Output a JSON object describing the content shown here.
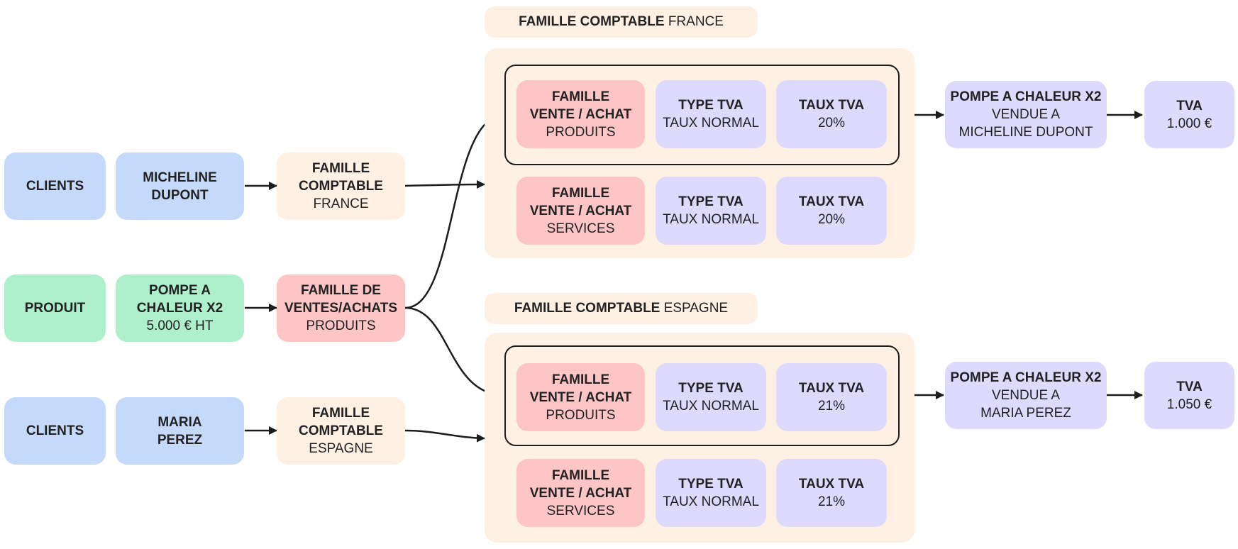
{
  "left": {
    "clients_1": "CLIENTS",
    "client_name_1": [
      "MICHELINE",
      "DUPONT"
    ],
    "famille_comptable_1": {
      "title": [
        "FAMILLE",
        "COMPTABLE"
      ],
      "value": "FRANCE"
    },
    "produit": "PRODUIT",
    "product_name": [
      "POMPE A",
      "CHALEUR X2"
    ],
    "product_price": "5.000 € HT",
    "famille_ventes": {
      "title": [
        "FAMILLE DE",
        "VENTES/ACHATS"
      ],
      "value": "PRODUITS"
    },
    "clients_2": "CLIENTS",
    "client_name_2": [
      "MARIA",
      "PEREZ"
    ],
    "famille_comptable_2": {
      "title": [
        "FAMILLE",
        "COMPTABLE"
      ],
      "value": "ESPAGNE"
    }
  },
  "france": {
    "header_bold": "FAMILLE COMPTABLE",
    "header_value": "FRANCE",
    "row1": {
      "famille": {
        "title": [
          "FAMILLE",
          "VENTE / ACHAT"
        ],
        "value": "PRODUITS"
      },
      "type": {
        "title": "TYPE TVA",
        "value": "TAUX NORMAL"
      },
      "taux": {
        "title": "TAUX TVA",
        "value": "20%"
      }
    },
    "row2": {
      "famille": {
        "title": [
          "FAMILLE",
          "VENTE / ACHAT"
        ],
        "value": "SERVICES"
      },
      "type": {
        "title": "TYPE TVA",
        "value": "TAUX NORMAL"
      },
      "taux": {
        "title": "TAUX TVA",
        "value": "20%"
      }
    },
    "result": {
      "title": "POMPE A CHALEUR X2",
      "line1": "VENDUE A",
      "line2": "MICHELINE DUPONT"
    },
    "tva": {
      "title": "TVA",
      "value": "1.000 €"
    }
  },
  "espagne": {
    "header_bold": "FAMILLE COMPTABLE",
    "header_value": "ESPAGNE",
    "row1": {
      "famille": {
        "title": [
          "FAMILLE",
          "VENTE / ACHAT"
        ],
        "value": "PRODUITS"
      },
      "type": {
        "title": "TYPE TVA",
        "value": "TAUX NORMAL"
      },
      "taux": {
        "title": "TAUX TVA",
        "value": "21%"
      }
    },
    "row2": {
      "famille": {
        "title": [
          "FAMILLE",
          "VENTE / ACHAT"
        ],
        "value": "SERVICES"
      },
      "type": {
        "title": "TYPE TVA",
        "value": "TAUX NORMAL"
      },
      "taux": {
        "title": "TAUX TVA",
        "value": "21%"
      }
    },
    "result": {
      "title": "POMPE A CHALEUR X2",
      "line1": "VENDUE A",
      "line2": "MARIA PEREZ"
    },
    "tva": {
      "title": "TVA",
      "value": "1.050 €"
    }
  }
}
